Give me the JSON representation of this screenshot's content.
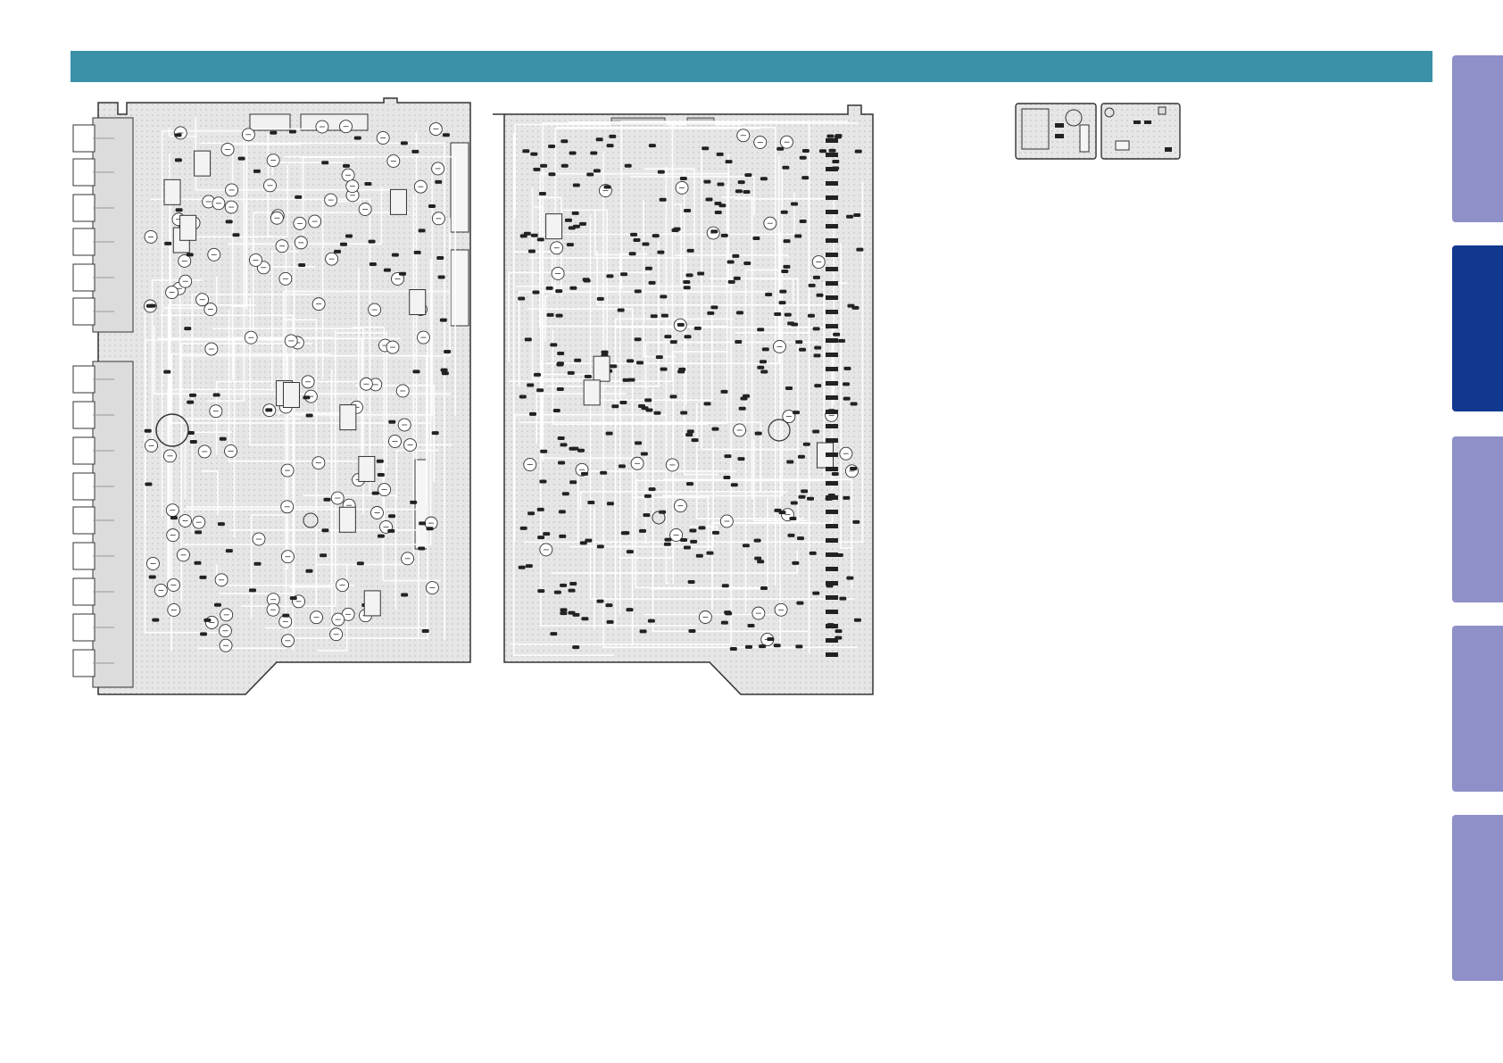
{
  "page": {
    "header_color": "#3a91a8"
  },
  "side_tabs": [
    {
      "id": "tab-1",
      "active": false,
      "color": "#8f90c8"
    },
    {
      "id": "tab-2",
      "active": true,
      "color": "#11378f"
    },
    {
      "id": "tab-3",
      "active": false,
      "color": "#8f90c8"
    },
    {
      "id": "tab-4",
      "active": false,
      "color": "#8f90c8"
    },
    {
      "id": "tab-5",
      "active": false,
      "color": "#8f90c8"
    }
  ],
  "figures": {
    "main_board_left": "pcb-component-layout-left",
    "main_board_right": "pcb-component-layout-right",
    "sub_board_a": "pcb-sub-board-a",
    "sub_board_b": "pcb-sub-board-b"
  },
  "colors": {
    "board_fill": "#e6e6e6",
    "board_outline": "#333333",
    "trace": "#ffffff",
    "component": "#222222"
  }
}
